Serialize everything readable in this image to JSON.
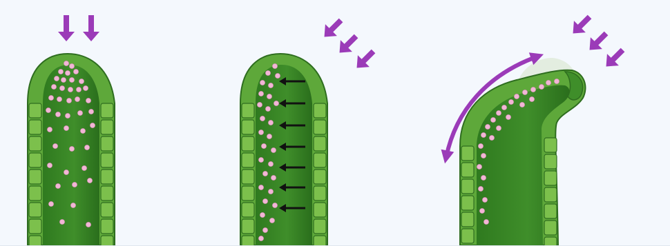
{
  "figure": {
    "panels": [
      {
        "id": "uniform-light",
        "light_arrows": 2,
        "light_direction": "from-top",
        "auxin_lateral_arrows": 0,
        "bending": false
      },
      {
        "id": "side-light",
        "light_arrows": 3,
        "light_direction": "from-upper-right",
        "auxin_lateral_arrows": 7,
        "auxin_lateral_direction": "toward-left",
        "bending": false
      },
      {
        "id": "curvature",
        "light_arrows": 3,
        "light_direction": "from-upper-right",
        "auxin_lateral_arrows": 0,
        "bending": true,
        "bend_toward": "right"
      }
    ],
    "colors": {
      "background": "#f4f8fd",
      "shoot_outer": "#5ea83a",
      "shoot_inner": "#2f7a1f",
      "shoot_dark": "#1d5a14",
      "cell_fill": "#7cc04c",
      "cell_edge": "#2e6d1f",
      "auxin_dot": "#f2b6d6",
      "light_arrow": "#9b3bb8",
      "lateral_arrow": "#111111"
    },
    "icons": [
      "light-arrow-icon",
      "auxin-dot",
      "lateral-transport-arrow-icon",
      "curvature-arrow-icon"
    ]
  }
}
